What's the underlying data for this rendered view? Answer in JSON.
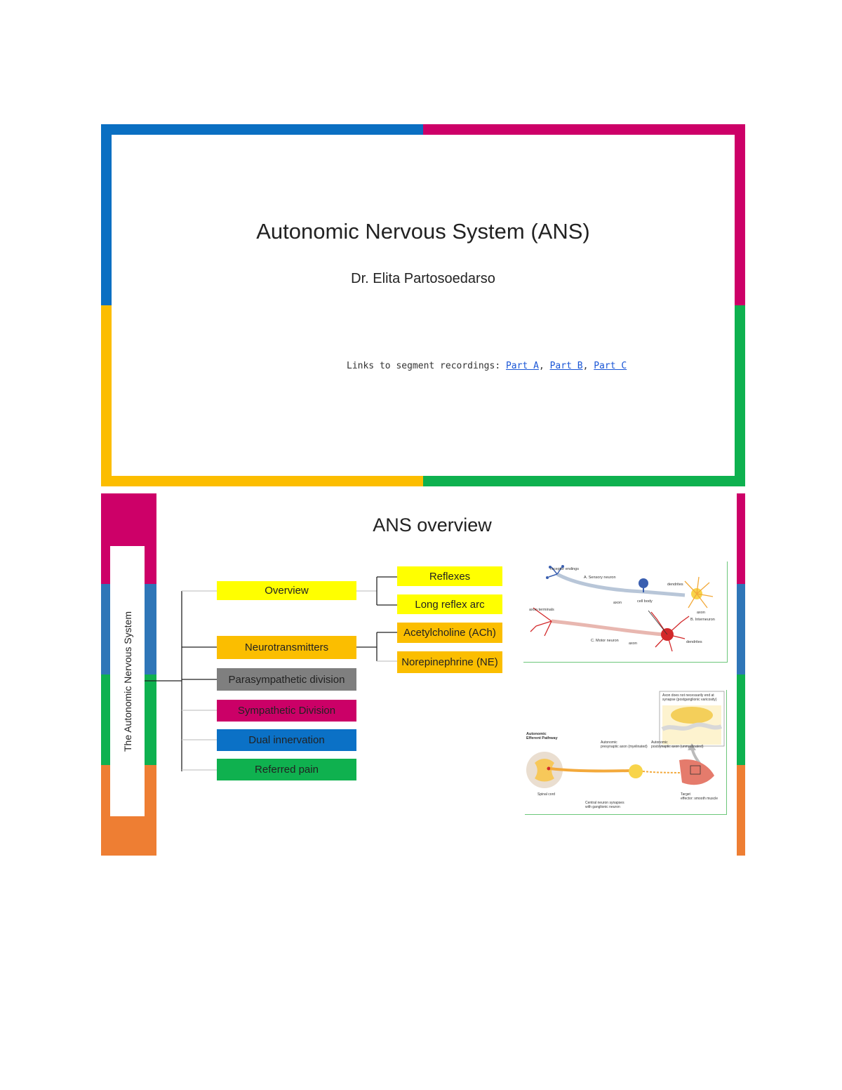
{
  "colors": {
    "blue": "#0a6fc2",
    "magenta": "#cd0068",
    "yellow": "#fcbd00",
    "green": "#0eb14f",
    "orange": "#ee7e33",
    "steel_blue": "#2f76b8",
    "node_yellow": "#ffff00",
    "node_gold": "#fbbe00",
    "node_gray": "#7f7f7f",
    "node_magenta": "#cb0067",
    "node_blue": "#0b71c6",
    "node_green": "#0fb14f"
  },
  "slide1": {
    "title": "Autonomic Nervous System (ANS)",
    "author": "Dr. Elita Partosoedarso",
    "links_prefix": "Links to segment recordings: ",
    "links": [
      "Part A",
      "Part B",
      "Part C"
    ],
    "separator": ", "
  },
  "slide2": {
    "title": "ANS overview",
    "root": "The Autonomic Nervous System",
    "nodes": {
      "overview": "Overview",
      "neurotransmitters": "Neurotransmitters",
      "parasympathetic": "Parasympathetic division",
      "sympathetic": "Sympathetic Division",
      "dual": "Dual innervation",
      "referred": "Referred pain",
      "reflexes": "Reflexes",
      "long_reflex": "Long reflex arc",
      "ach": "Acetylcholine (ACh)",
      "ne": "Norepinephrine (NE)"
    },
    "figure1": {
      "labels": {
        "receptor": "receptor endings",
        "sensory": "A. Sensory neuron",
        "axon1": "axon",
        "dendrites": "dendrites",
        "cellbody": "cell body",
        "axon_term": "axon terminals",
        "interneuron": "B. Interneuron",
        "axon2": "axon",
        "motor": "C. Motor neuron",
        "axon3": "axon",
        "dendrites2": "dendrites"
      }
    },
    "figure2": {
      "labels": {
        "note": "Axon does not necessarily end at synapse (postganglionic varicosity)",
        "pathway": "Autonomic Efferent Pathway",
        "pre": "Autonomic presynaptic axon (myelinated)",
        "post": "Autonomic postsynaptic axon (unmyelinated)",
        "target": "Target effector: smooth muscle",
        "cns": "Central neuron synapses with ganglionic neuron",
        "cord": "Spinal cord"
      }
    }
  }
}
